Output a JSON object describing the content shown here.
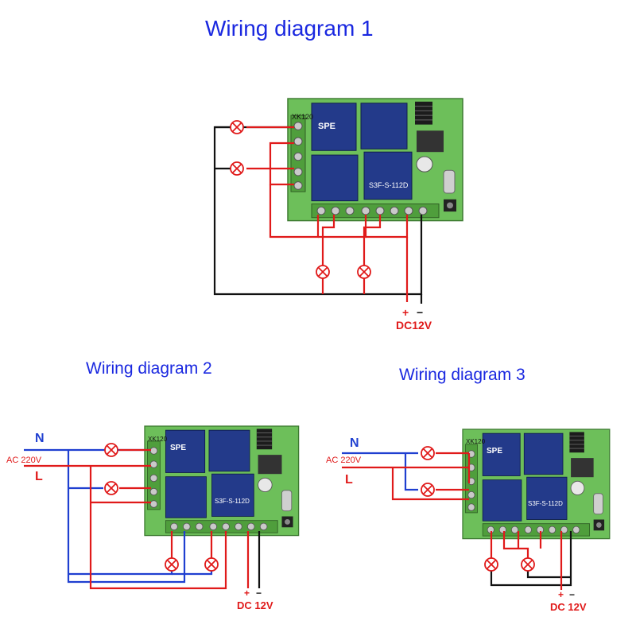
{
  "diagrams": [
    {
      "title": "Wiring diagram 1",
      "power_plus": "+",
      "power_minus": "−",
      "power_label": "DC12V",
      "board": {
        "model": "XK120",
        "relay_brand": "SPE",
        "relay_model": "S3F-S-112D"
      }
    },
    {
      "title": "Wiring diagram 2",
      "neutral_label": "N",
      "ac_label": "AC 220V",
      "live_label": "L",
      "power_plus": "+",
      "power_minus": "−",
      "power_label": "DC 12V",
      "board": {
        "model": "XK120",
        "relay_brand": "SPE",
        "relay_model": "S3F-S-112D"
      }
    },
    {
      "title": "Wiring diagram 3",
      "neutral_label": "N",
      "ac_label": "AC 220V",
      "live_label": "L",
      "power_plus": "+",
      "power_minus": "−",
      "power_label": "DC 12V",
      "board": {
        "model": "XK120",
        "relay_brand": "SPE",
        "relay_model": "S3F-S-112D"
      }
    }
  ],
  "colors": {
    "title": "#1a28e0",
    "wire_live": "#e01a1a",
    "wire_neutral": "#1f3fd0",
    "wire_dc_negative": "#111111",
    "board_green": "#6dbf5a",
    "relay_blue": "#233a8a",
    "terminal_green": "#4f9e3c"
  }
}
